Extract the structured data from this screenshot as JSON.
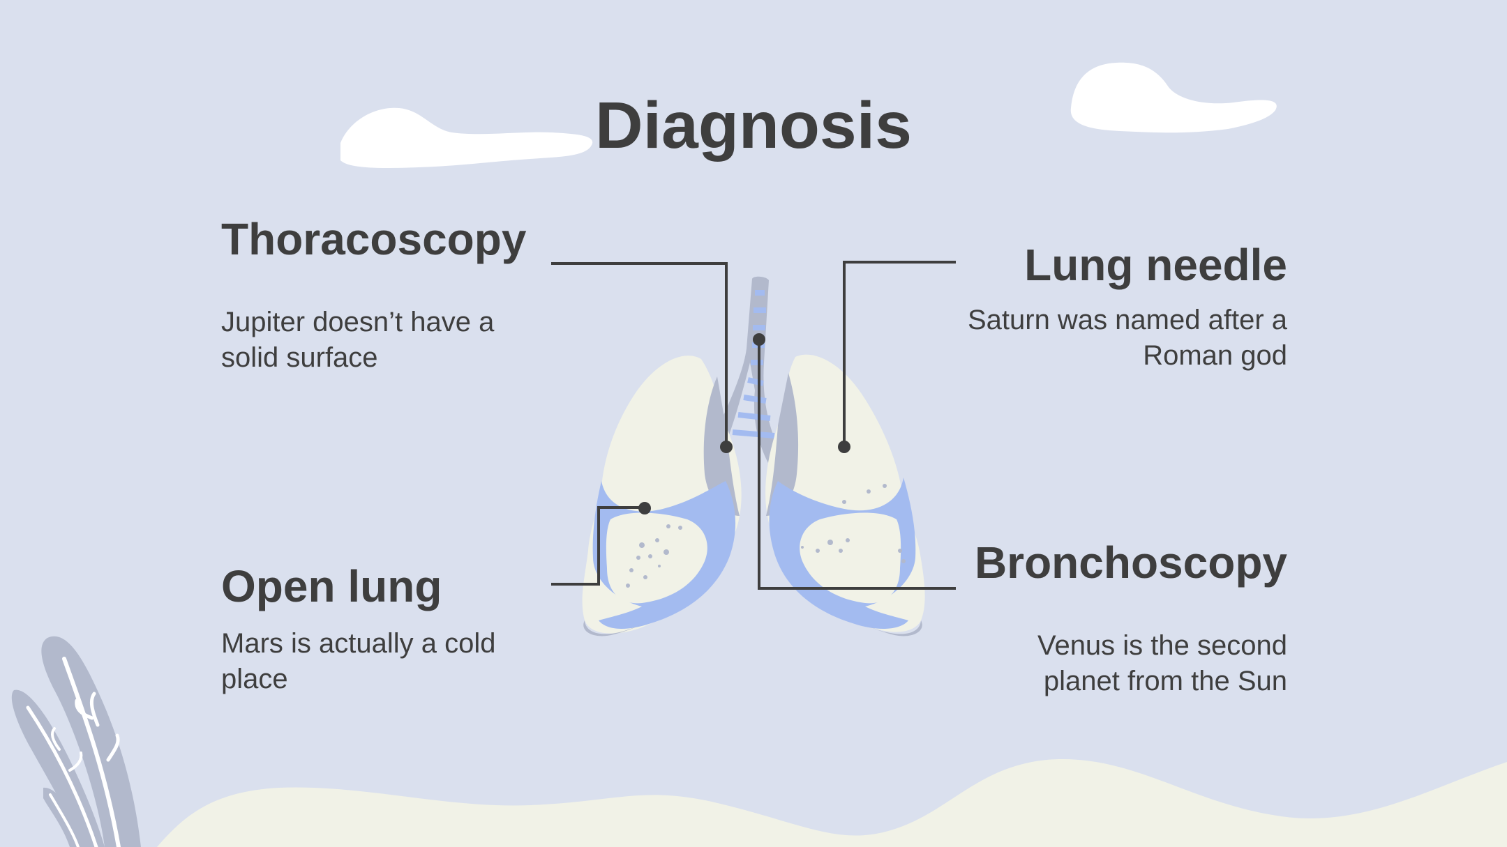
{
  "slide": {
    "title": "Diagnosis",
    "sections": [
      {
        "heading": "Thoracoscopy",
        "text": "Jupiter doesn’t have a solid surface"
      },
      {
        "heading": "Lung needle",
        "text": "Saturn was named after a Roman god"
      },
      {
        "heading": "Open lung",
        "text": "Mars is actually a cold place"
      },
      {
        "heading": "Bronchoscopy",
        "text": "Venus is the second planet from the Sun"
      }
    ]
  },
  "colors": {
    "background": "#dae0ee",
    "text": "#3e3e3e",
    "lung_fill": "#f1f2e7",
    "lung_shadow": "#b2b9cc",
    "bronchi_blue": "#a3bbf0",
    "ground": "#f1f2e7",
    "cloud": "#ffffff"
  },
  "icons": [
    "cloud-icon",
    "lungs-illustration",
    "seaweed-plant-icon"
  ]
}
